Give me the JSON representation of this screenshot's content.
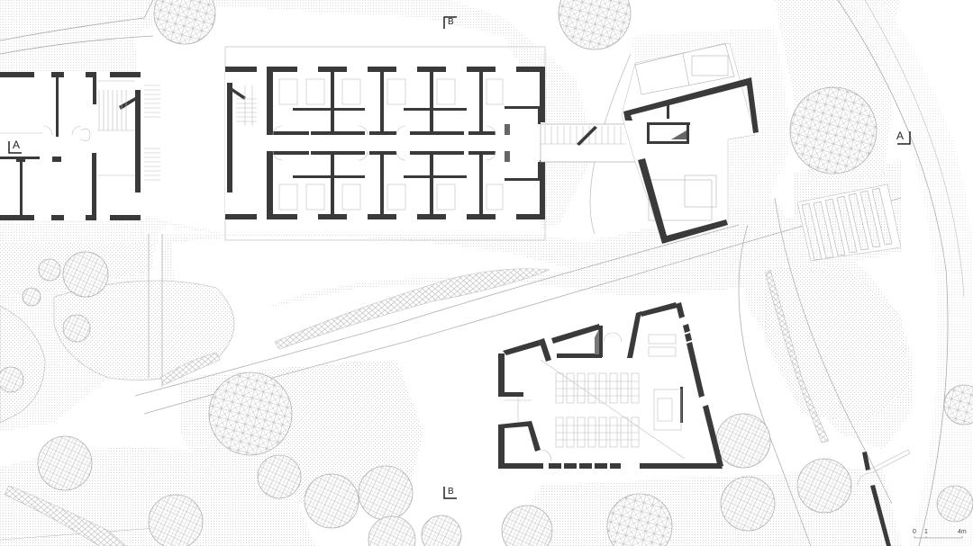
{
  "drawing": {
    "type": "architectural-site-plan",
    "wall_color": "#3a3a3a",
    "line_color": "#9a9a9a",
    "hatch_color": "#c8c8c8",
    "background": "#ffffff"
  },
  "section_markers": {
    "a_left": "A",
    "a_right": "A",
    "b_top": "B",
    "b_bottom": "B"
  },
  "scale_bar": {
    "ticks": [
      "0",
      "1",
      "4m"
    ]
  },
  "buildings": [
    {
      "id": "west-wing",
      "description": "existing block with rooms and stair"
    },
    {
      "id": "dormitory-block",
      "description": "double-loaded corridor with 10 rooms"
    },
    {
      "id": "connector-bridge",
      "description": "link corridor with stair"
    },
    {
      "id": "pavilion-east",
      "description": "angular pavilion building"
    },
    {
      "id": "hall",
      "description": "assembly hall with rows of seating"
    }
  ]
}
